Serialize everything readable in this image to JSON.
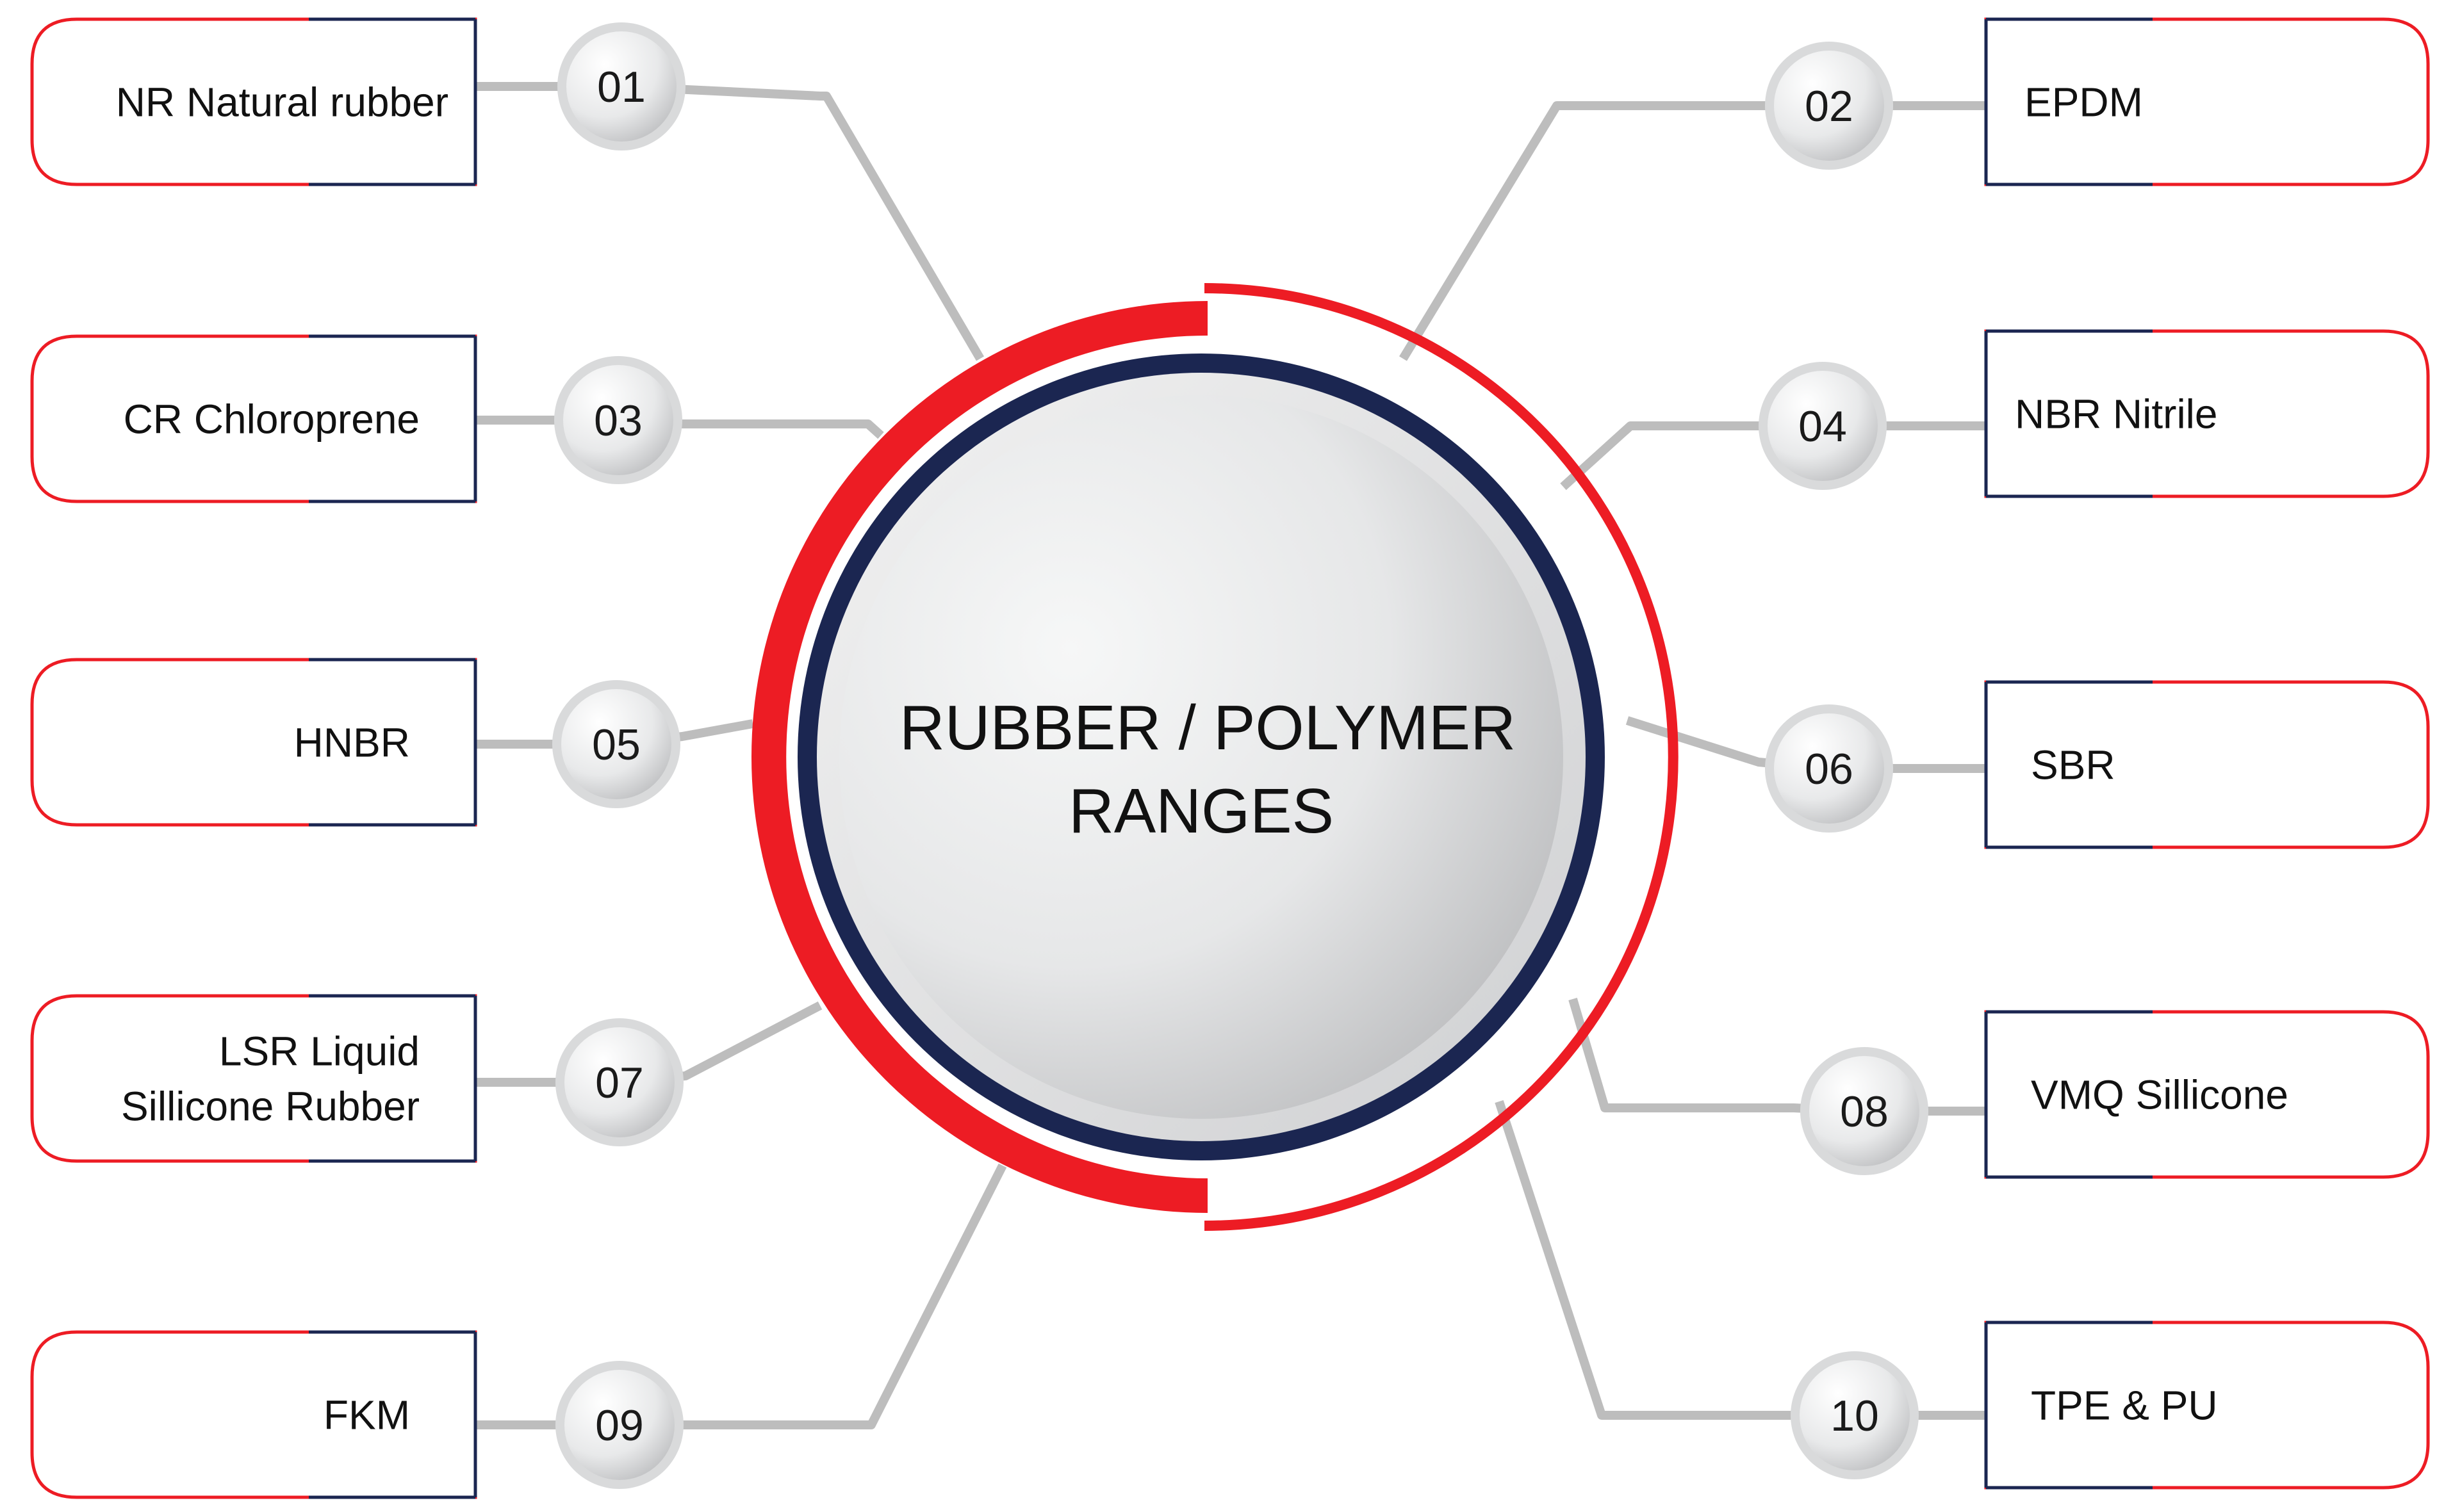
{
  "center": {
    "line1": "RUBBER / POLYMER",
    "line2": "RANGES"
  },
  "colors": {
    "red": "#ED1C24",
    "navy": "#1B2651",
    "connector": "#BDBDBD",
    "label_border_navy": "#1B2651"
  },
  "items": [
    {
      "number": "01",
      "lines": [
        "NR Natural rubber"
      ]
    },
    {
      "number": "02",
      "lines": [
        "EPDM"
      ]
    },
    {
      "number": "03",
      "lines": [
        "CR Chloroprene"
      ]
    },
    {
      "number": "04",
      "lines": [
        "NBR Nitrile"
      ]
    },
    {
      "number": "05",
      "lines": [
        "HNBR"
      ]
    },
    {
      "number": "06",
      "lines": [
        "SBR"
      ]
    },
    {
      "number": "07",
      "lines": [
        "LSR Liquid",
        "Sillicone Rubber"
      ]
    },
    {
      "number": "08",
      "lines": [
        "VMQ Sillicone"
      ]
    },
    {
      "number": "09",
      "lines": [
        "FKM"
      ]
    },
    {
      "number": "10",
      "lines": [
        "TPE & PU"
      ]
    }
  ]
}
